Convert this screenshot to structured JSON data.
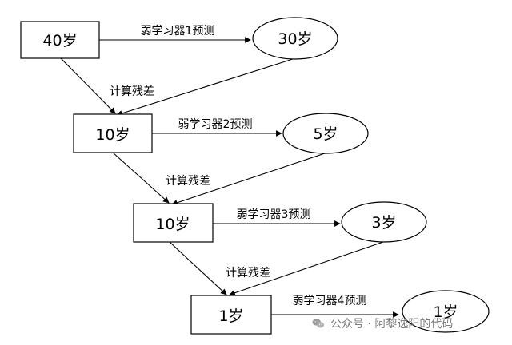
{
  "nodes": {
    "box1": "40岁",
    "box2": "10岁",
    "box3": "10岁",
    "box4": "1岁",
    "ellipse1": "30岁",
    "ellipse2": "5岁",
    "ellipse3": "3岁",
    "ellipse4": "1岁"
  },
  "edges": {
    "learner1": "弱学习器1预测",
    "learner2": "弱学习器2预测",
    "learner3": "弱学习器3预测",
    "learner4": "弱学习器4预测",
    "residual1": "计算残差",
    "residual2": "计算残差",
    "residual3": "计算残差"
  },
  "watermark": {
    "text": "公众号 · 阿黎逸阳的代码",
    "icon": "wechat-icon"
  }
}
